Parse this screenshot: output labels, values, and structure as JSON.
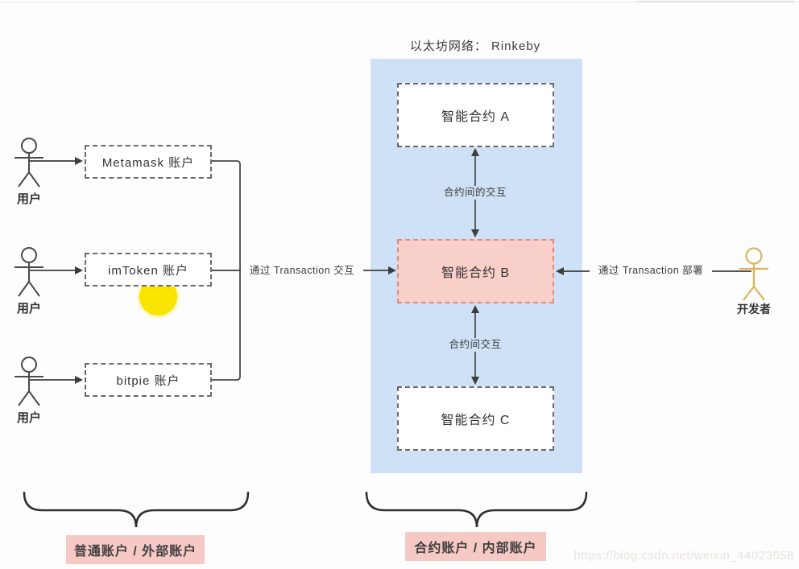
{
  "title": "以太坊网络： Rinkeby",
  "accounts": {
    "metamask": "Metamask 账户",
    "imtoken": "imToken 账户",
    "bitpie": "bitpie 账户"
  },
  "contracts": {
    "a": "智能合约 A",
    "b": "智能合约 B",
    "c": "智能合约 C"
  },
  "edges": {
    "a_b": "合约间的交互",
    "b_c": "合约间交互",
    "user_tx": "通过 Transaction 交互",
    "dev_tx": "通过 Transaction 部署"
  },
  "users": [
    "用户",
    "用户",
    "用户"
  ],
  "developer": {
    "label": "开发者"
  },
  "legend": {
    "external": "普通账户 / 外部账户",
    "internal": "合约账户 / 内部账户"
  },
  "watermark": "https://blog.csdn.net/weixin_44023658",
  "colors": {
    "panel_blue": "#cfe1f6",
    "contract_highlight_fill": "#f9cfc9",
    "contract_highlight_border": "#dd8a80",
    "legend_pink": "#f6c9c4",
    "cursor_yellow": "#f8e400",
    "developer_stroke": "#d9b35c",
    "line_dark": "#3d3d3d"
  }
}
